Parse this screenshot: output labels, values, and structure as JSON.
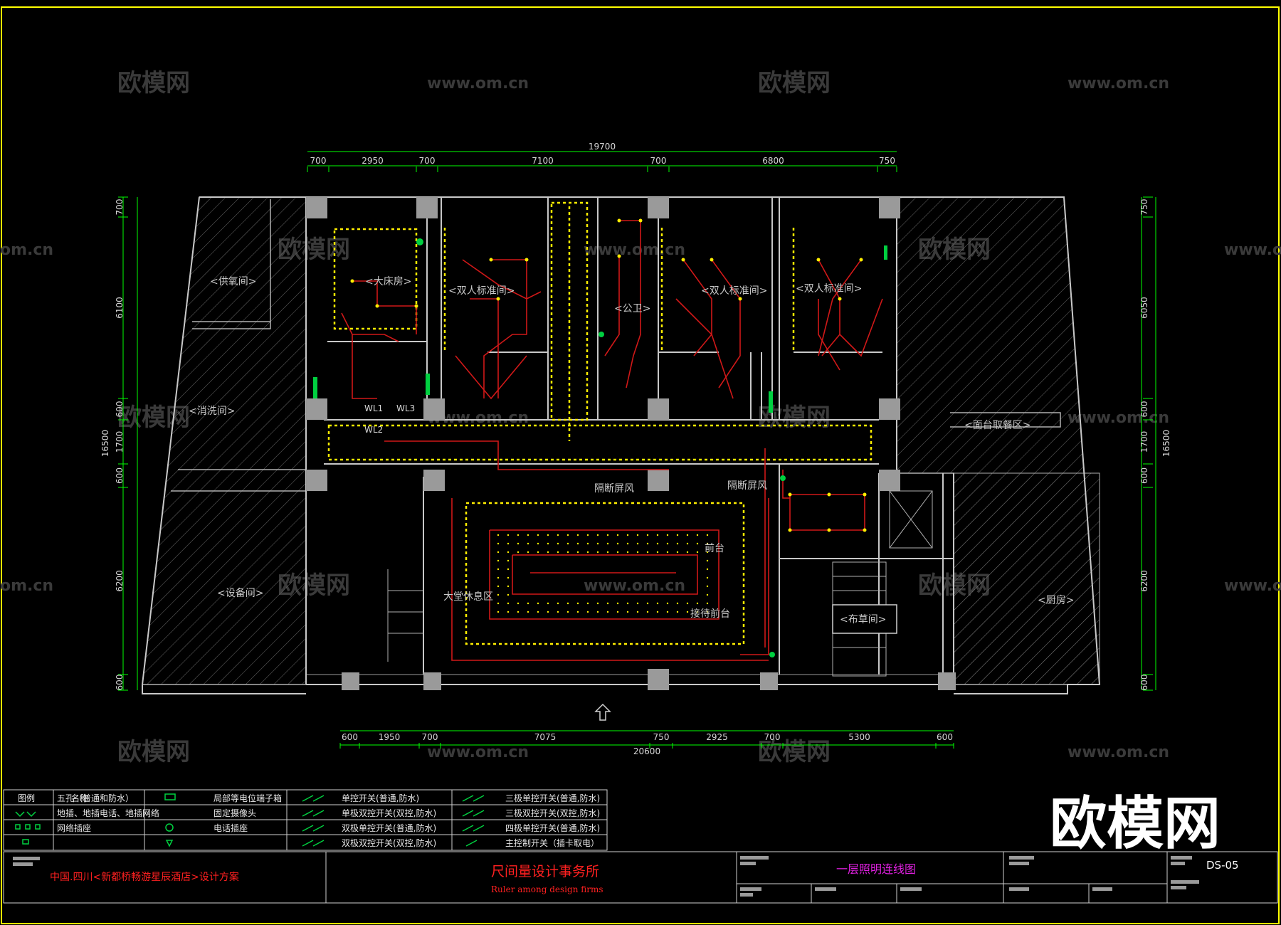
{
  "watermarks": {
    "brand": "欧模网",
    "url": "www.om.cn",
    "url_partial": "om.cn",
    "big_logo": "欧模网"
  },
  "dimensions": {
    "top_total": "19700",
    "top_segments": [
      "700",
      "2950",
      "700",
      "7100",
      "700",
      "6800",
      "750"
    ],
    "bottom_total": "20600",
    "bottom_segments": [
      "600",
      "1950",
      "700",
      "7075",
      "750",
      "2925",
      "700",
      "5300",
      "600"
    ],
    "left_total": "16500",
    "left_segments": [
      "700",
      "6100",
      "600",
      "1700",
      "600",
      "6200",
      "600"
    ],
    "right_total": "16500",
    "right_segments": [
      "750",
      "6050",
      "600",
      "1700",
      "600",
      "6200",
      "600"
    ]
  },
  "rooms": {
    "gongqi": "<供氧间>",
    "xiaoxi": "<消洗间>",
    "shebei": "<设备间>",
    "dachuang": "<大床房>",
    "shuangren1": "<双人标准间>",
    "gongwei": "<公卫>",
    "shuangren2": "<双人标准间>",
    "shuangren3": "<双人标准间>",
    "huiyi": "<面台取餐区>",
    "chufang": "<厨房>",
    "bucao": "<布草间>",
    "screen1": "隔断屏风",
    "screen2": "隔断屏风",
    "dating": "大堂休息区",
    "jiedai": "接待前台",
    "qiantai": "前台",
    "wl1": "WL1",
    "wl2": "WL2",
    "wl3": "WL3"
  },
  "legend": {
    "header_icon": "图例",
    "header_name": "名称",
    "rows": [
      [
        "五孔（普通和防水）",
        "局部等电位端子箱",
        "单控开关(普通,防水)",
        "三极单控开关(普通,防水)"
      ],
      [
        "地插、地插电话、地插网络",
        "固定摄像头",
        "单极双控开关(双控,防水)",
        "三极双控开关(双控,防水)"
      ],
      [
        "网络插座",
        "电话插座",
        "双极单控开关(普通,防水)",
        "四极单控开关(普通,防水)"
      ],
      [
        "",
        "",
        "双极双控开关(双控,防水)",
        "主控制开关（插卡取电）"
      ]
    ]
  },
  "title_block": {
    "project": "中国.四川<新都桥畅游星辰酒店>设计方案",
    "firm_cn": "尺间量设计事务所",
    "firm_en": "Ruler among design firms",
    "drawing_title": "一层照明连线图",
    "drawing_no": "DS-05"
  },
  "colors": {
    "frame": "#ffff00",
    "wall": "#9a9a9a",
    "wire": "#d01818",
    "light": "#ffee00",
    "green": "#00d040",
    "title_red": "#ff2020",
    "drawing_title": "#e020e0"
  }
}
